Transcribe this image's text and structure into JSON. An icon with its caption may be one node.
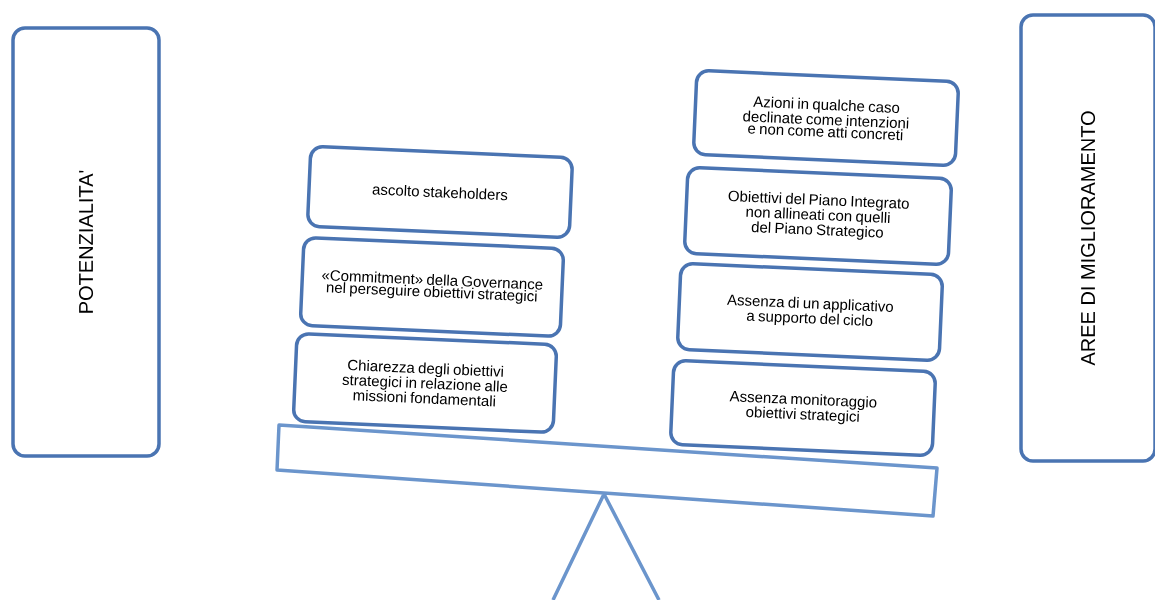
{
  "diagram": {
    "nodes": [
      {
        "text": [
          "POTENZIALITA'"
        ]
      },
      {
        "text": [
          "AREE DI MIGLIORAMENTO"
        ]
      },
      {
        "text": [
          "ascolto stakeholders"
        ]
      },
      {
        "text": [
          "«Commitment» della Governance nel perseguire obiettivi strategici"
        ]
      },
      {
        "text": [
          "Chiarezza degli obiettivi strategici in relazione alle missioni fondamentali"
        ]
      },
      {
        "text": [
          "Azioni in qualche caso declinate come intenzioni e non come atti concreti"
        ]
      },
      {
        "text": [
          "Obiettivi del Piano Integrato non allineati con quelli del Piano Strategico"
        ]
      },
      {
        "text": [
          "Assenza di un applicativo a supporto del ciclo"
        ]
      },
      {
        "text": [
          "Assenza monitoraggio obiettivi strategici"
        ]
      }
    ]
  }
}
